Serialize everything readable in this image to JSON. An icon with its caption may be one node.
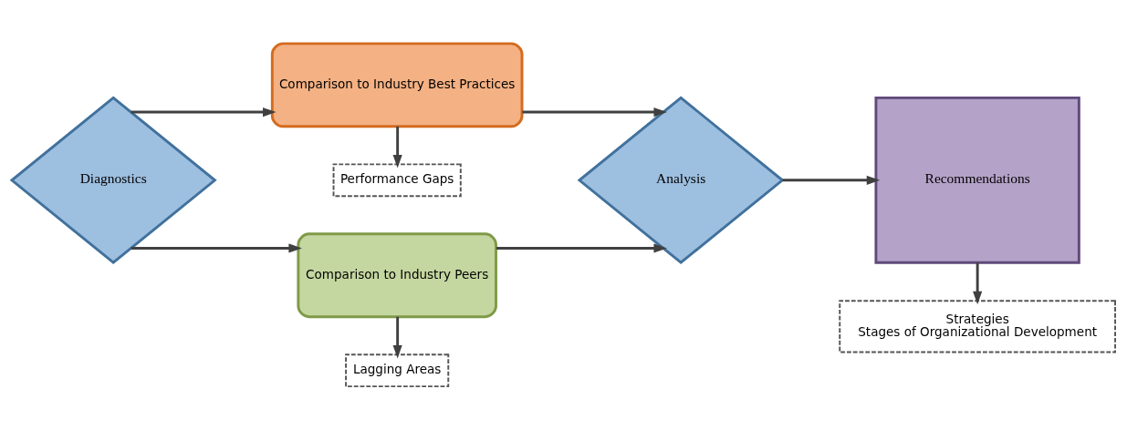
{
  "diagram": {
    "nodes": [
      {
        "text": [
          "Diagnostics"
        ]
      },
      {
        "text": [
          "Comparison to Industry Best Practices"
        ]
      },
      {
        "text": [
          "Performance Gaps"
        ]
      },
      {
        "text": [
          "Comparison to Industry Peers"
        ]
      },
      {
        "text": [
          "Lagging Areas"
        ]
      },
      {
        "text": [
          "Analysis"
        ]
      },
      {
        "text": [
          "Recommendations"
        ]
      },
      {
        "text": [
          "Strategies",
          "Stages of Organizational Development"
        ]
      }
    ],
    "edges": [
      {
        "from": 0,
        "to": 1,
        "arrow": "to"
      },
      {
        "from": 0,
        "to": 3,
        "arrow": "to"
      },
      {
        "from": 1,
        "to": 2,
        "arrow": "to"
      },
      {
        "from": 3,
        "to": 4,
        "arrow": "to"
      },
      {
        "from": 1,
        "to": 5,
        "arrow": "to"
      },
      {
        "from": 3,
        "to": 5,
        "arrow": "to"
      },
      {
        "from": 5,
        "to": 6,
        "arrow": "to"
      },
      {
        "from": 6,
        "to": 7,
        "arrow": "to"
      }
    ]
  }
}
